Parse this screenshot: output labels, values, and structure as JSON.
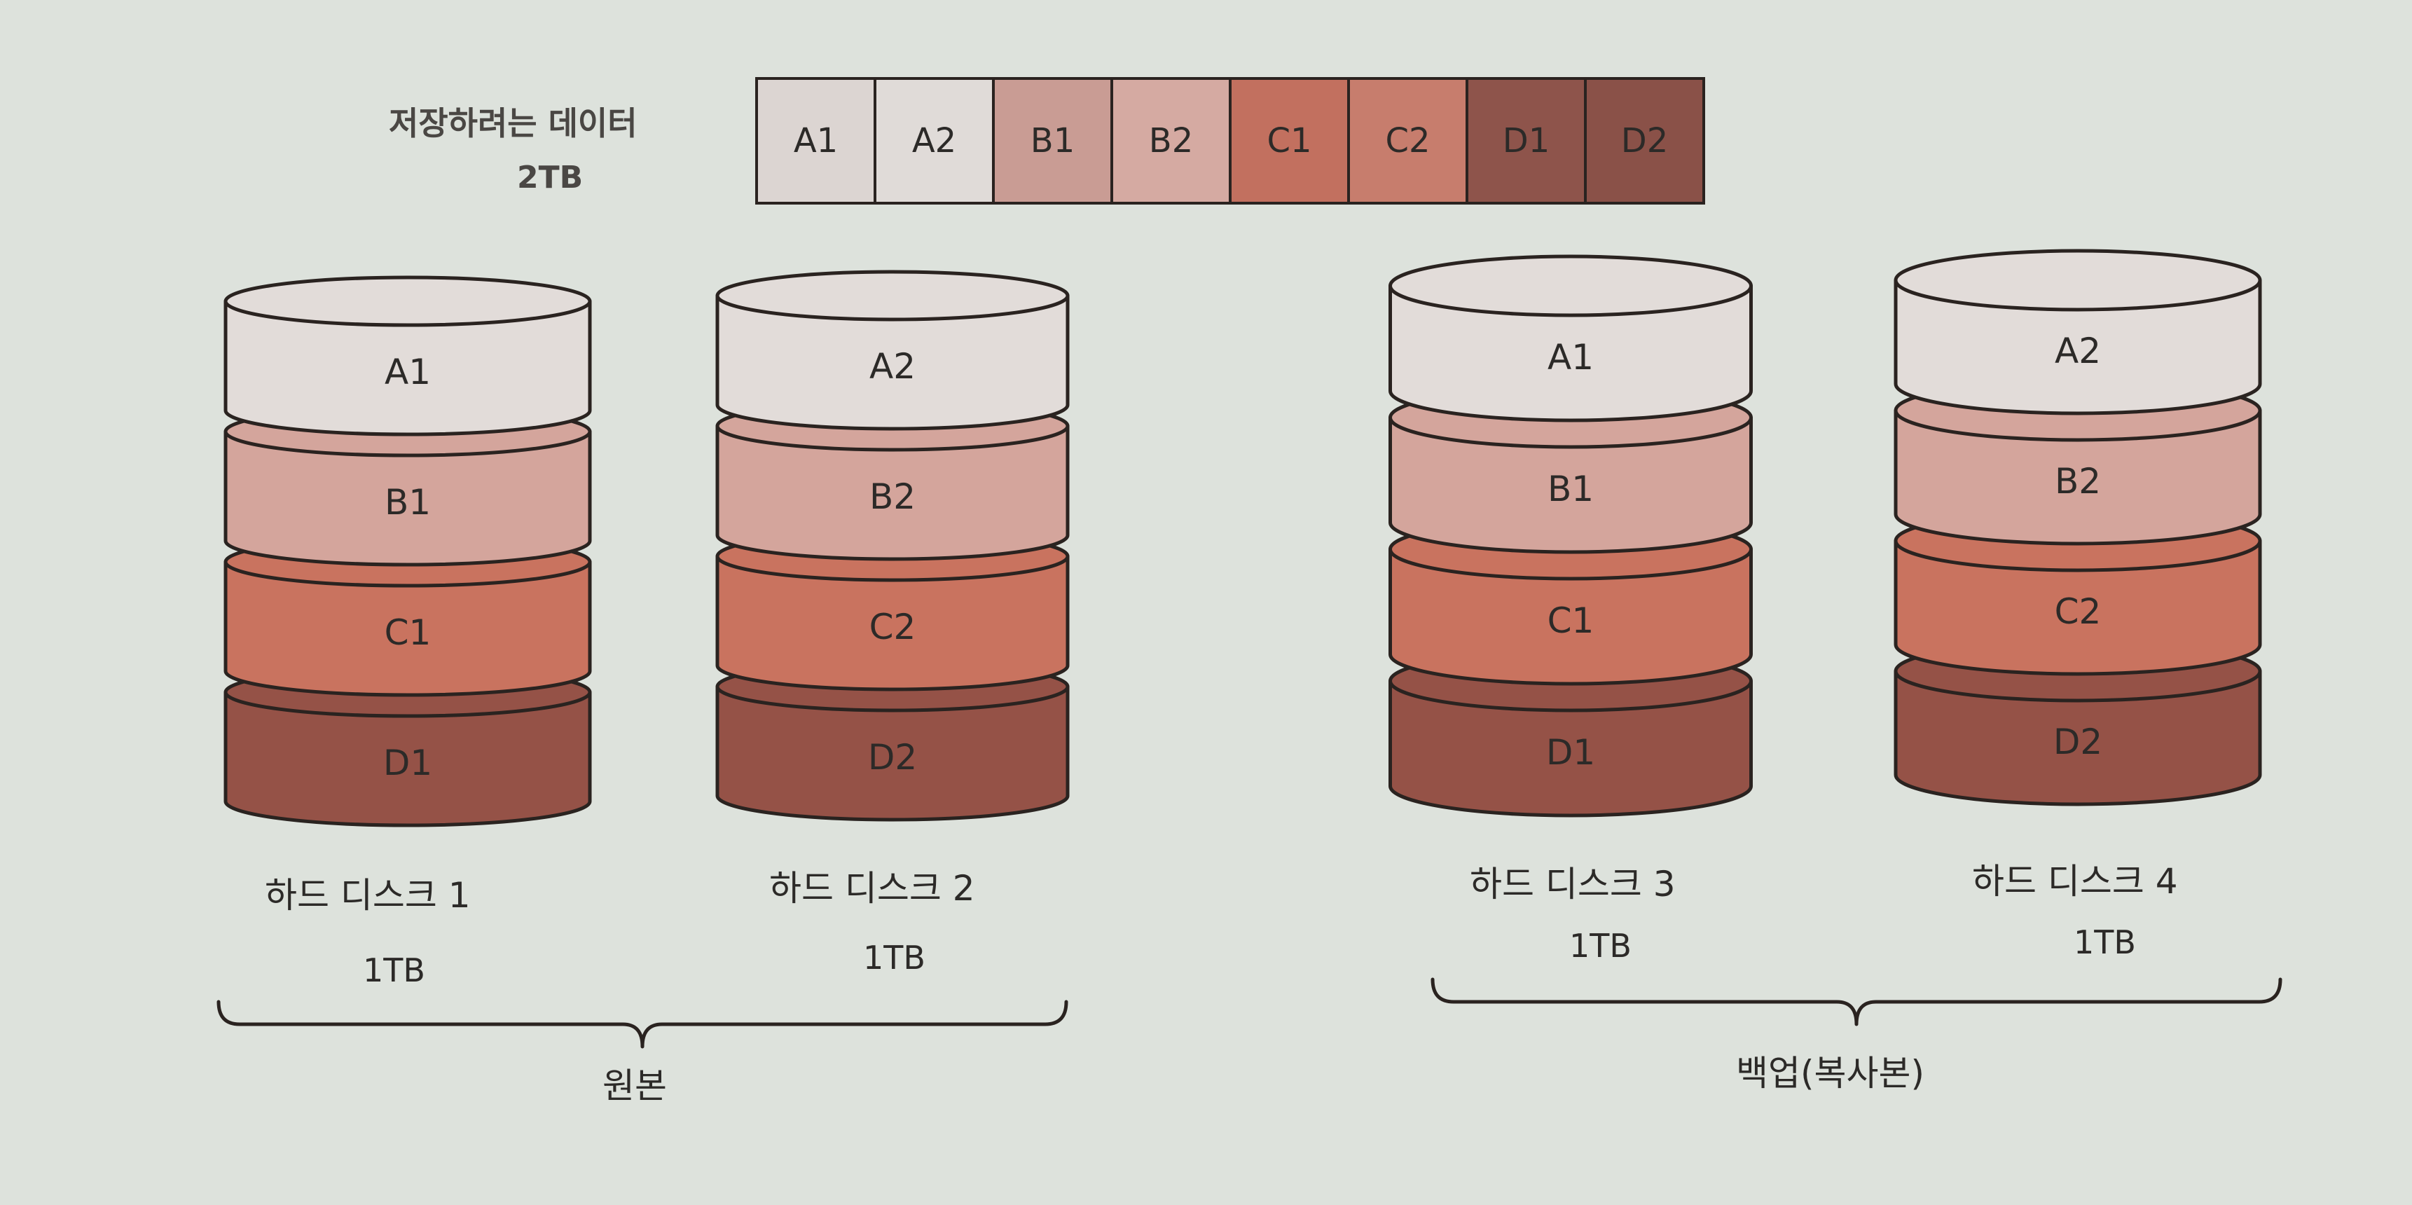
{
  "data_label": {
    "title": "저장하려는 데이터",
    "size": "2TB"
  },
  "data_strip": [
    {
      "label": "A1",
      "color": "#dcd5d2"
    },
    {
      "label": "A2",
      "color": "#e0dbd8"
    },
    {
      "label": "B1",
      "color": "#c99c94"
    },
    {
      "label": "B2",
      "color": "#d5aaa2"
    },
    {
      "label": "C1",
      "color": "#c2705f"
    },
    {
      "label": "C2",
      "color": "#c77d6d"
    },
    {
      "label": "D1",
      "color": "#8e544b"
    },
    {
      "label": "D2",
      "color": "#8a5148"
    }
  ],
  "disks": [
    {
      "name": "하드 디스크 1",
      "capacity": "1TB",
      "segments": [
        "A1",
        "B1",
        "C1",
        "D1"
      ]
    },
    {
      "name": "하드 디스크 2",
      "capacity": "1TB",
      "segments": [
        "A2",
        "B2",
        "C2",
        "D2"
      ]
    },
    {
      "name": "하드 디스크 3",
      "capacity": "1TB",
      "segments": [
        "A1",
        "B1",
        "C1",
        "D1"
      ]
    },
    {
      "name": "하드 디스크 4",
      "capacity": "1TB",
      "segments": [
        "A2",
        "B2",
        "C2",
        "D2"
      ]
    }
  ],
  "groups": [
    {
      "label": "원본"
    },
    {
      "label": "백업(복사본)"
    }
  ],
  "colors": {
    "layer_a": "#e2dcd9",
    "layer_b": "#d4a59c",
    "layer_c": "#c9735f",
    "layer_d": "#955247",
    "outline": "#2a2320",
    "background": "#dde2dc"
  }
}
